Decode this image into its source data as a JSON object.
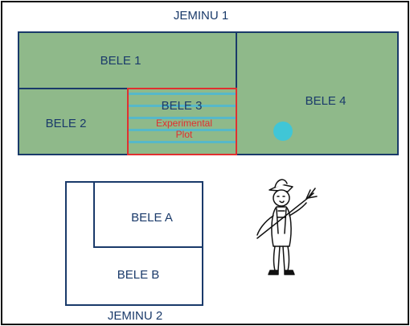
{
  "map": {
    "title_top": "JEMINU 1",
    "title_bottom": "JEMINU 2",
    "plots": {
      "bele1": "BELE 1",
      "bele2": "BELE 2",
      "bele3": "BELE 3",
      "bele4": "BELE 4",
      "belea": "BELE A",
      "beleb": "BELE B"
    },
    "experimental": {
      "line1": "Experimental",
      "line2": "Plot"
    }
  },
  "colors": {
    "field_fill": "#8fb98a",
    "border": "#1a3a6a",
    "experimental_border": "#e03030",
    "stripe": "#56b8c9",
    "marker": "#40c6d6"
  },
  "figure": {
    "description_icon": "farmer-with-pitchfork-icon"
  }
}
